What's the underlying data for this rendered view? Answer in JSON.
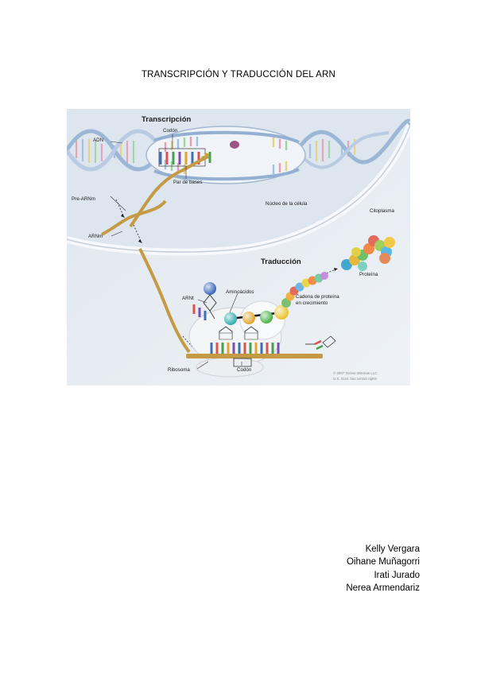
{
  "document": {
    "title": "TRANSCRIPCIÓN Y TRADUCCIÓN DEL ARN"
  },
  "figure": {
    "labels": {
      "transcription": "Transcripción",
      "codon_top": "Codón",
      "dna": "ADN",
      "base_pair": "Par de bases",
      "pre_mrna": "Pre-ARNm",
      "nucleus": "Núcleo de la célula",
      "cytoplasm": "Citoplasma",
      "mrna": "ARNm",
      "translation": "Traducción",
      "protein": "Proteína",
      "amino_acids": "Aminoácidos",
      "trna": "ARNt",
      "growing_chain_1": "Cadena de proteína",
      "growing_chain_2": "en crecimiento",
      "ribosome": "Ribosoma",
      "codon_bottom": "Codón"
    },
    "copyright_1": "© 2007 Terese Winslow LLC",
    "copyright_2": "U.S. Govt. has certain rights"
  },
  "authors": [
    "Kelly Vergara",
    "Oihane Muñagorri",
    "Irati Jurado",
    "Nerea Armendariz"
  ]
}
